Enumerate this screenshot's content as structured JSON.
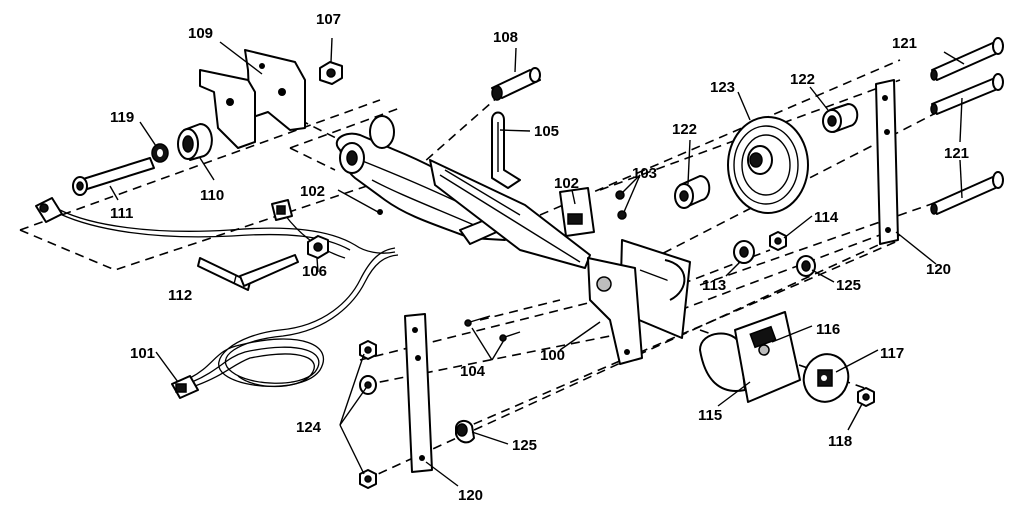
{
  "callouts": {
    "c100": "100",
    "c101": "101",
    "c102": "102",
    "c102b": "102",
    "c103": "103",
    "c104": "104",
    "c105": "105",
    "c106": "106",
    "c107": "107",
    "c108": "108",
    "c109": "109",
    "c110": "110",
    "c111": "111",
    "c112": "112",
    "c113": "113",
    "c114": "114",
    "c115": "115",
    "c116": "116",
    "c117": "117",
    "c118": "118",
    "c119": "119",
    "c120a": "120",
    "c120b": "120",
    "c121a": "121",
    "c121b": "121",
    "c122a": "122",
    "c122b": "122",
    "c123": "123",
    "c124": "124",
    "c125a": "125",
    "c125b": "125"
  }
}
